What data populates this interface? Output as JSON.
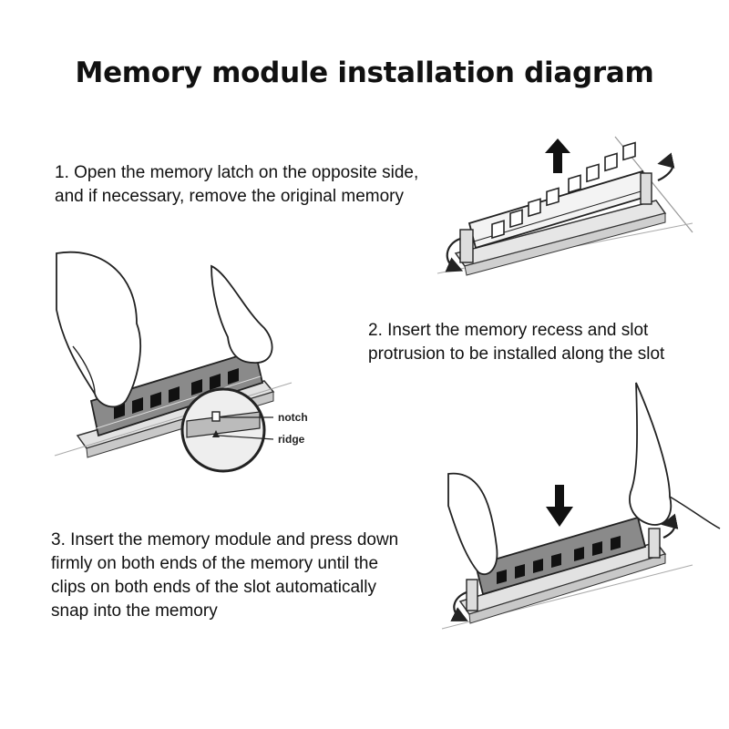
{
  "title": "Memory module installation diagram",
  "steps": [
    {
      "lines": [
        "1. Open the memory latch on the opposite side,",
        "and if necessary, remove the original memory"
      ]
    },
    {
      "lines": [
        "2. Insert the memory recess and slot",
        "protrusion to be installed along the slot"
      ]
    },
    {
      "lines": [
        "3. Insert the memory module and press down",
        "firmly on both ends of the memory until the",
        "clips on both ends of the slot automatically",
        "snap into the memory"
      ]
    }
  ],
  "callouts": {
    "notch": "notch",
    "ridge": "ridge"
  },
  "icons": [
    "arrow-up-icon",
    "arrow-down-icon",
    "rotate-latch-icon"
  ]
}
